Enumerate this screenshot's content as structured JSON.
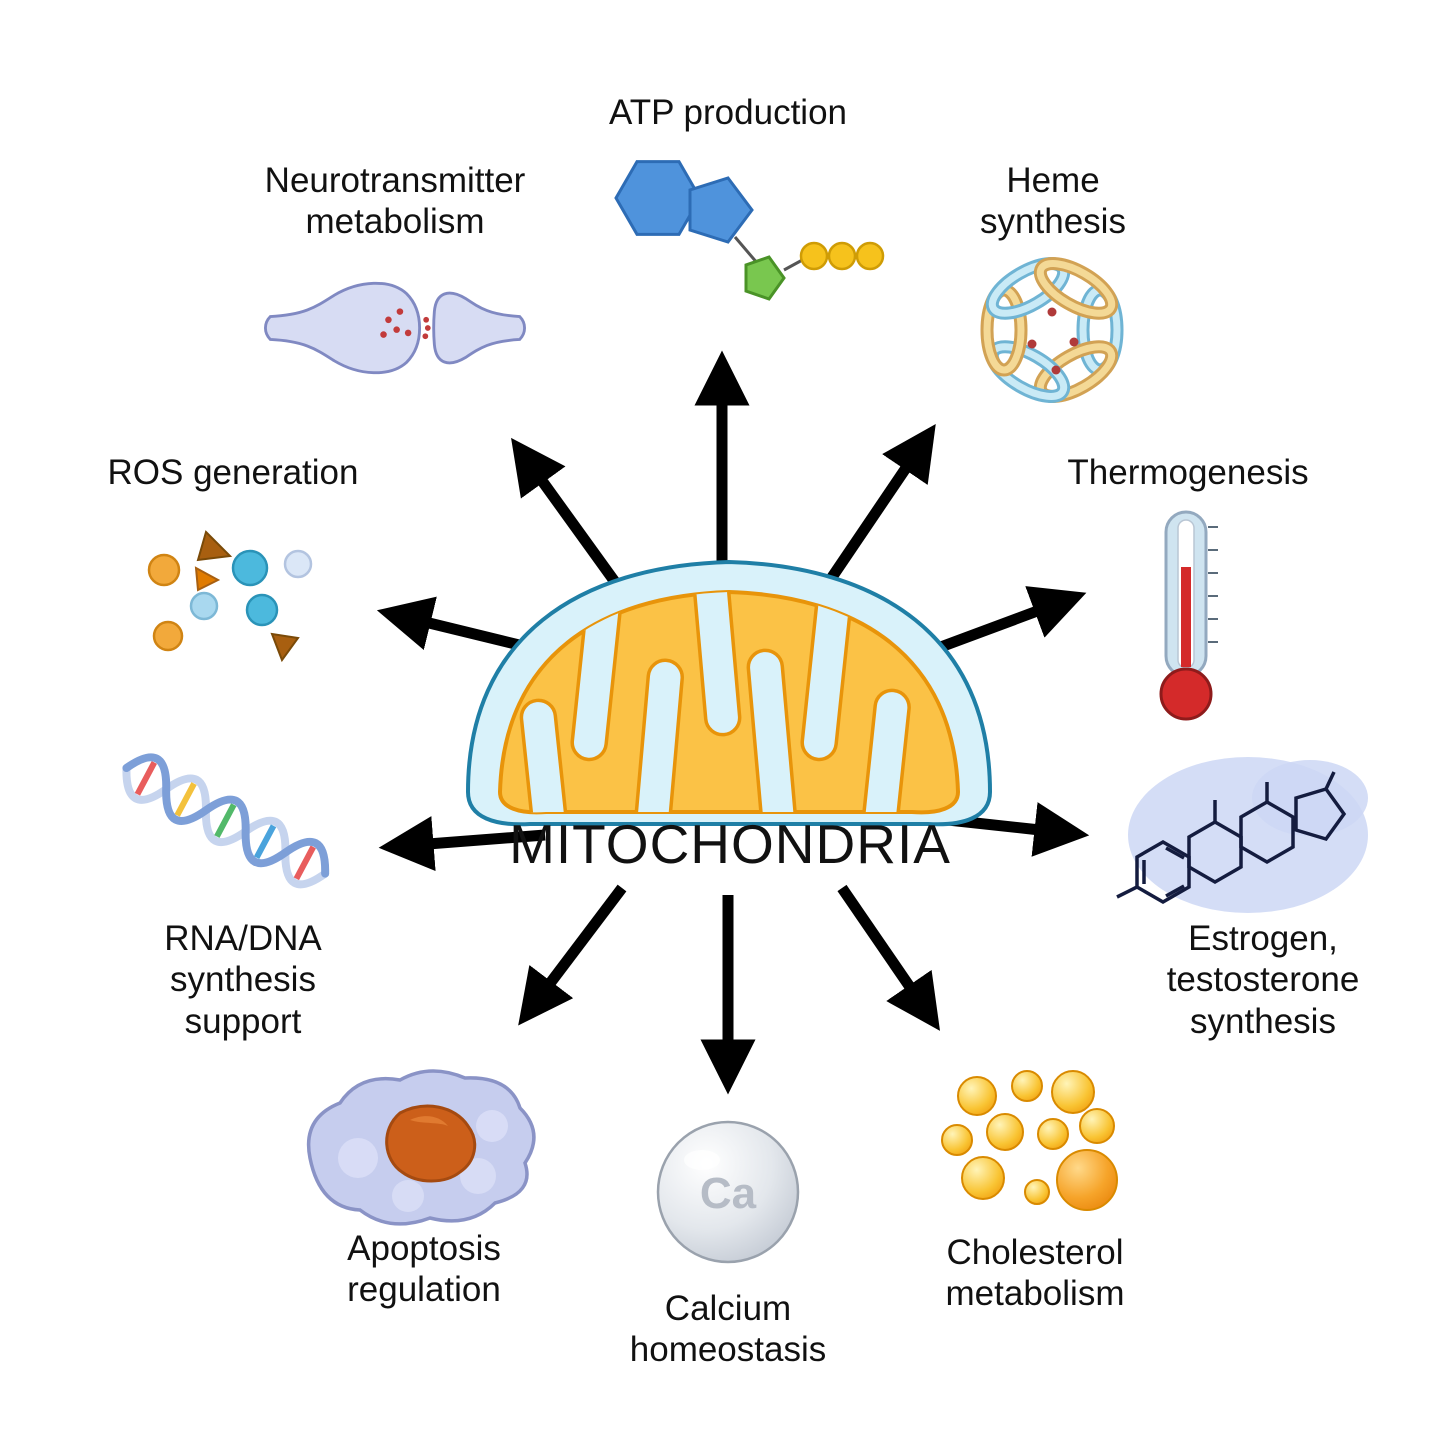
{
  "diagram": {
    "center": {
      "label": "MITOCHONDRIA"
    },
    "functions": [
      {
        "id": "atp",
        "label": "ATP production",
        "icon": "atp-molecule-icon"
      },
      {
        "id": "neurotransmitter",
        "label": "Neurotransmitter\nmetabolism",
        "icon": "synapse-icon"
      },
      {
        "id": "heme",
        "label": "Heme\nsynthesis",
        "icon": "heme-protein-icon"
      },
      {
        "id": "ros",
        "label": "ROS generation",
        "icon": "ros-particles-icon"
      },
      {
        "id": "thermogenesis",
        "label": "Thermogenesis",
        "icon": "thermometer-icon"
      },
      {
        "id": "rna-dna",
        "label": "RNA/DNA\nsynthesis\nsupport",
        "icon": "dna-helix-icon"
      },
      {
        "id": "estrogen",
        "label": "Estrogen,\ntestosterone\nsynthesis",
        "icon": "steroid-molecule-icon"
      },
      {
        "id": "apoptosis",
        "label": "Apoptosis\nregulation",
        "icon": "apoptosis-cell-icon"
      },
      {
        "id": "calcium",
        "label": "Calcium\nhomeostasis",
        "icon": "calcium-sphere-icon",
        "symbol": "Ca"
      },
      {
        "id": "cholesterol",
        "label": "Cholesterol\nmetabolism",
        "icon": "cholesterol-droplets-icon"
      }
    ],
    "colors": {
      "arrow": "#000000",
      "membrane_fill": "#d9f2fa",
      "membrane_outline": "#1f7fa6",
      "matrix_fill": "#fbc246",
      "matrix_outline": "#e8940a",
      "text": "#111111",
      "background": "#ffffff"
    }
  }
}
